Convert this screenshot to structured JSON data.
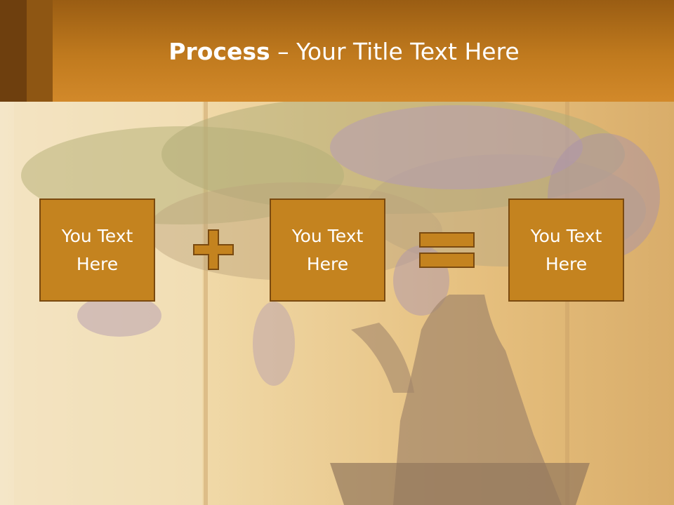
{
  "slide": {
    "title_strong": "Process",
    "title_sep": " – ",
    "title_rest": "Your Title Text Here",
    "boxes": [
      {
        "text": "You Text Here"
      },
      {
        "text": "You Text Here"
      },
      {
        "text": "You Text Here"
      }
    ],
    "operators": [
      "plus",
      "equals"
    ]
  },
  "colors": {
    "header": "#c07a1e",
    "box_fill": "#c4831f",
    "box_border": "#7a4a10",
    "text": "#ffffff"
  }
}
